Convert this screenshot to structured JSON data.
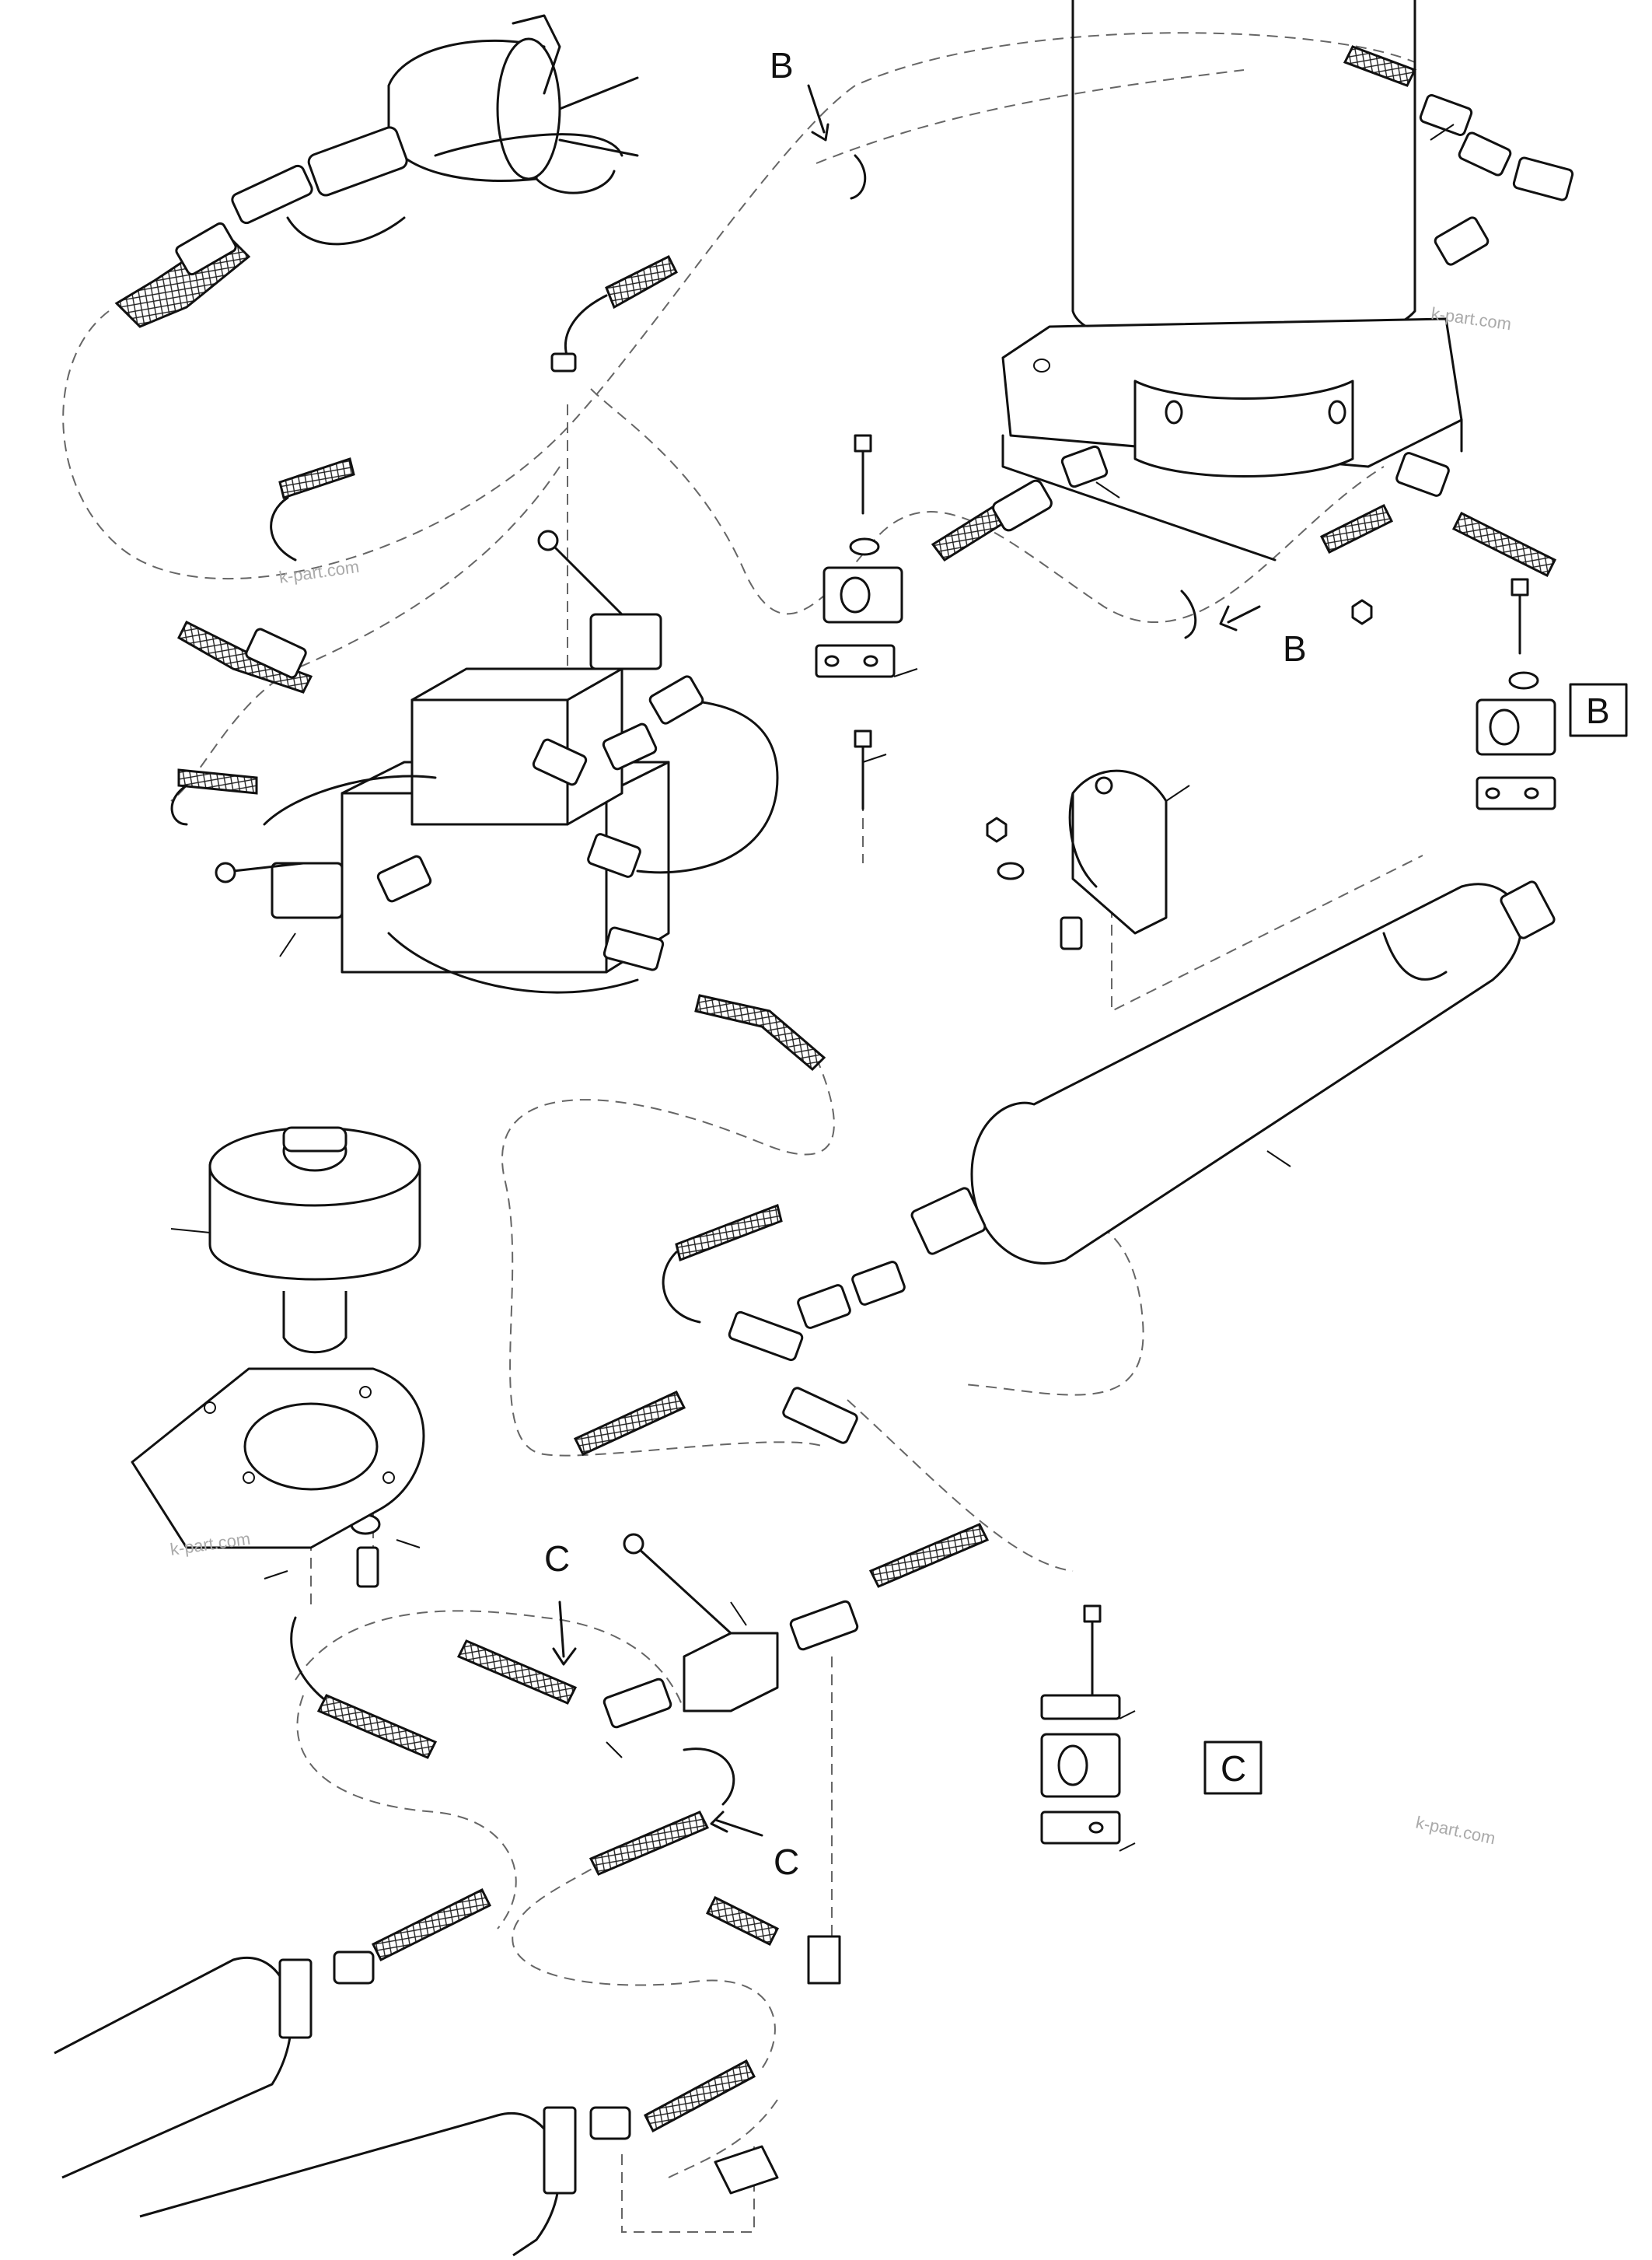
{
  "detail_labels": {
    "b_top": "B",
    "b_right": "B",
    "b_box": "B",
    "c_top": "C",
    "c_right": "C",
    "c_box": "C"
  },
  "watermarks": [
    "k-part.com",
    "k-part.com",
    "k-part.com",
    "k-part.com"
  ],
  "colors": {
    "line": "#111111",
    "dashed": "#666666",
    "watermark": "#aaaaaa",
    "background": "#ffffff"
  }
}
